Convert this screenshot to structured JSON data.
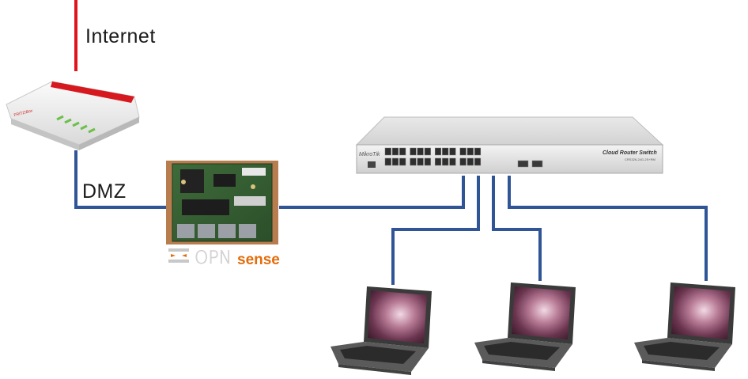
{
  "labels": {
    "internet": "Internet",
    "dmz": "DMZ"
  },
  "router": {
    "brand_text": "FRITZ!Box"
  },
  "firewall": {
    "logo_left": "OPN",
    "logo_right": "sense"
  },
  "switch": {
    "brand": "MikroTik",
    "title": "Cloud Router Switch",
    "model": "CRS326-24G-2S+RM",
    "port_count": 24,
    "sfp_count": 2
  },
  "colors": {
    "internet_line": "#e0141e",
    "lan_line": "#2f5597",
    "opnsense_orange": "#e46c0a",
    "router_red": "#d6191f"
  },
  "icons": {
    "router": "router-icon",
    "firewall": "firewall-board-icon",
    "switch": "network-switch-icon",
    "laptop": "laptop-icon"
  }
}
